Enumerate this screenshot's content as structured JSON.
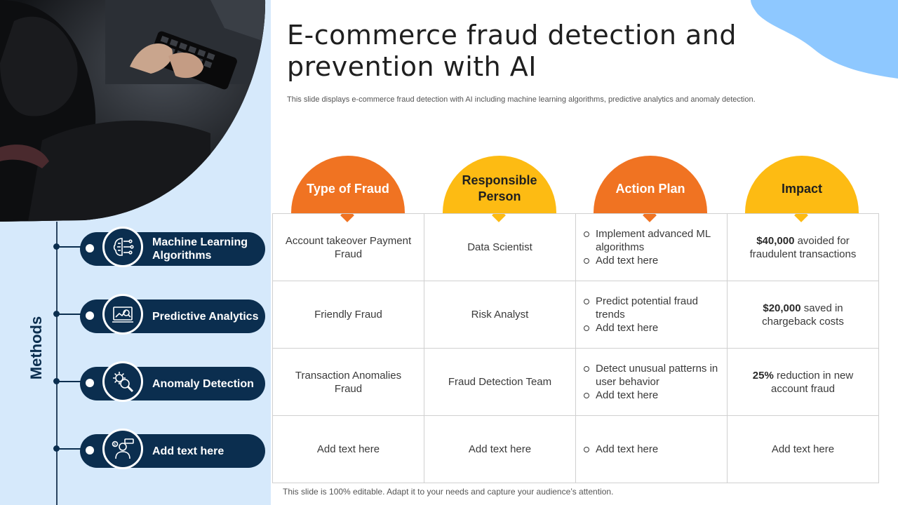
{
  "title": "E-commerce fraud detection and prevention with AI",
  "subtitle": "This slide displays e-commerce fraud detection with AI including machine learning algorithms, predictive analytics and anomaly detection.",
  "footer": "This slide is 100% editable. Adapt it to your needs and capture your audience’s attention.",
  "methods_label": "Methods",
  "methods": [
    {
      "label": "Machine Learning Algorithms",
      "icon": "brain-circuit-icon"
    },
    {
      "label": "Predictive Analytics",
      "icon": "analytics-monitor-icon"
    },
    {
      "label": "Anomaly Detection",
      "icon": "gear-magnifier-icon"
    },
    {
      "label": "Add text here",
      "icon": "fraud-person-icon"
    }
  ],
  "headers": [
    "Type of Fraud",
    "Responsible Person",
    "Action Plan",
    "Impact"
  ],
  "header_colors": {
    "orange": "#f07322",
    "yellow": "#fdbb13",
    "navy": "#0b2e4f",
    "light_blue": "#d6e9fb"
  },
  "rows": [
    {
      "type": "Account takeover Payment Fraud",
      "person": "Data Scientist",
      "plan": [
        "Implement advanced ML algorithms",
        "Add text here"
      ],
      "impact_bold": "$40,000",
      "impact_rest": " avoided for fraudulent transactions"
    },
    {
      "type": "Friendly Fraud",
      "person": "Risk Analyst",
      "plan": [
        "Predict potential fraud trends",
        "Add text here"
      ],
      "impact_bold": "$20,000",
      "impact_rest": " saved in chargeback costs"
    },
    {
      "type": "Transaction Anomalies Fraud",
      "person": "Fraud Detection Team",
      "plan": [
        "Detect unusual patterns in user behavior",
        "Add text here"
      ],
      "impact_bold": "25%",
      "impact_rest": " reduction in new account fraud"
    },
    {
      "type": "Add text here",
      "person": "Add text here",
      "plan": [
        "Add text here"
      ],
      "impact_bold": "",
      "impact_rest": "Add text here"
    }
  ]
}
